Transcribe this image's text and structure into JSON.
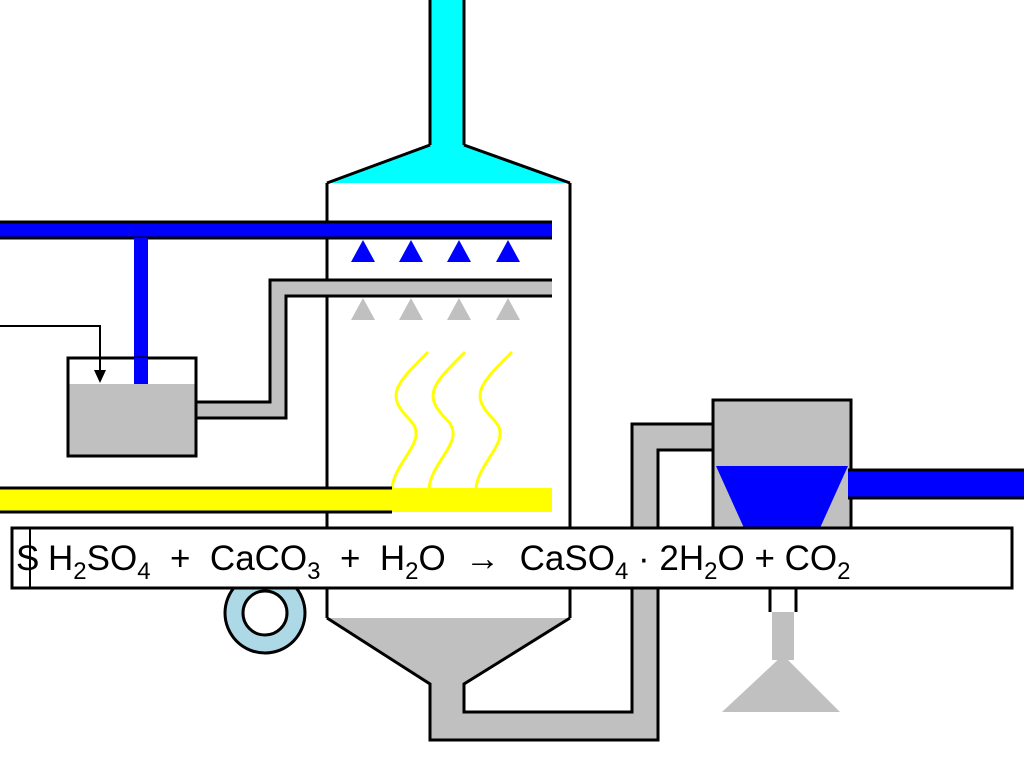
{
  "diagram": {
    "equation": {
      "parts": [
        {
          "t": "H",
          "sub": false
        },
        {
          "t": "2",
          "sub": true
        },
        {
          "t": "SO",
          "sub": false
        },
        {
          "t": "4",
          "sub": true
        },
        {
          "t": "  +  CaCO",
          "sub": false
        },
        {
          "t": "3",
          "sub": true
        },
        {
          "t": "  +  H",
          "sub": false
        },
        {
          "t": "2",
          "sub": true
        },
        {
          "t": "O  →  CaSO",
          "sub": false
        },
        {
          "t": "4",
          "sub": true
        },
        {
          "t": " · 2H",
          "sub": false
        },
        {
          "t": "2",
          "sub": true
        },
        {
          "t": "O + CO",
          "sub": false
        },
        {
          "t": "2",
          "sub": true
        }
      ],
      "hidden_left_char": "S"
    },
    "colors": {
      "water": "#0000ff",
      "flue_gas": "#ffff00",
      "limestone_slurry": "#c0c0c0",
      "clean_gas": "#00ffff",
      "blower": "#add8e6",
      "outline": "#000000"
    }
  }
}
